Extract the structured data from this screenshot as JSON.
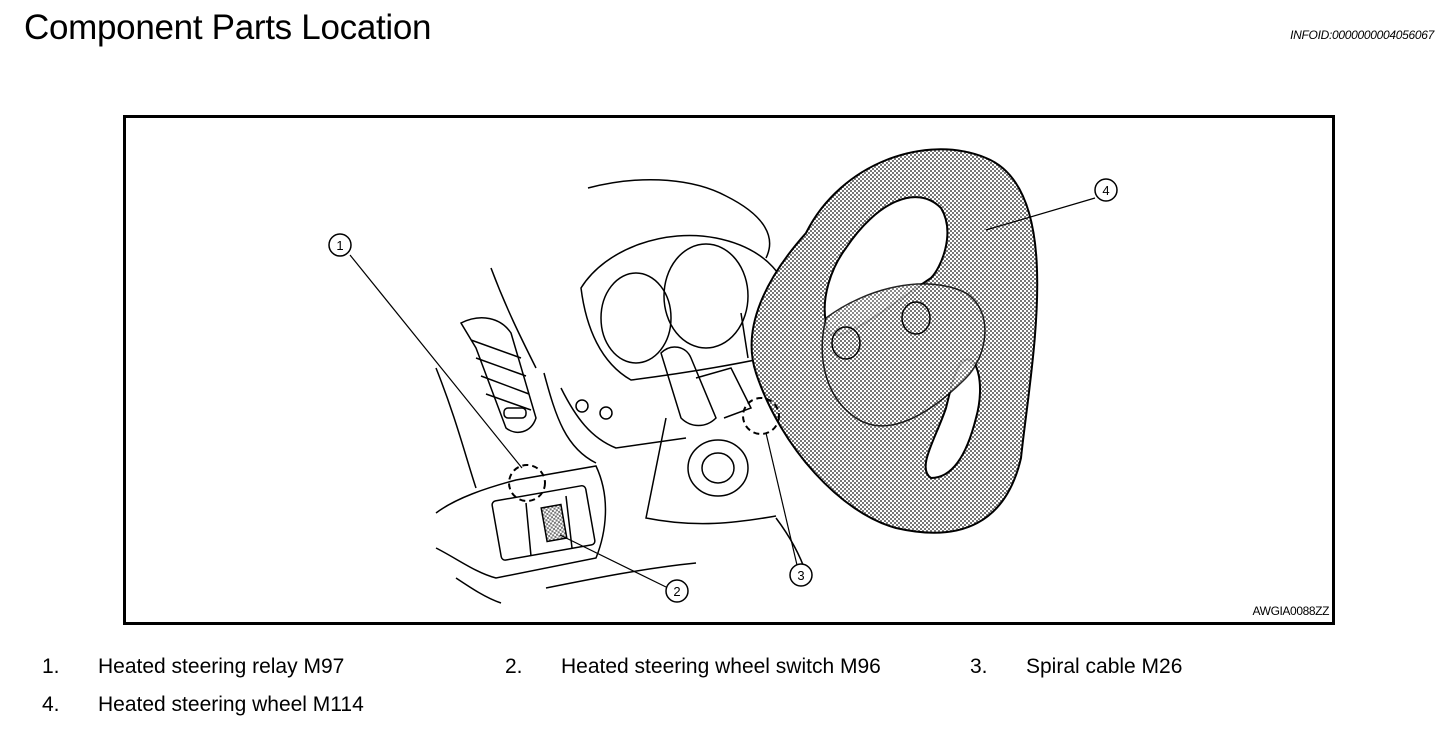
{
  "header": {
    "title": "Component Parts Location",
    "info_id": "INFOID:0000000004056067"
  },
  "figure": {
    "code": "AWGIA0088ZZ",
    "callouts": [
      "1",
      "2",
      "3",
      "4"
    ]
  },
  "legend": [
    {
      "num": "1.",
      "label": "Heated steering relay M97"
    },
    {
      "num": "2.",
      "label": "Heated steering wheel switch M96"
    },
    {
      "num": "3.",
      "label": "Spiral cable M26"
    },
    {
      "num": "4.",
      "label": "Heated steering wheel M114"
    }
  ]
}
